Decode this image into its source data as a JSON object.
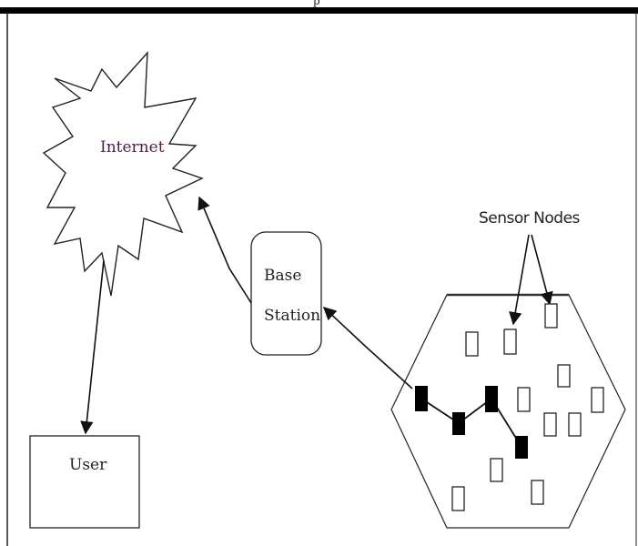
{
  "title_fragment": "p",
  "nodes": {
    "internet": "Internet",
    "base_station_line1": "Base",
    "base_station_line2": "Station",
    "user": "User",
    "sensor_nodes": "Sensor Nodes"
  },
  "colors": {
    "ink": "#111111",
    "internet_label": "#4a2344",
    "active_sensor": "#000000",
    "idle_sensor": "#ffffff"
  }
}
